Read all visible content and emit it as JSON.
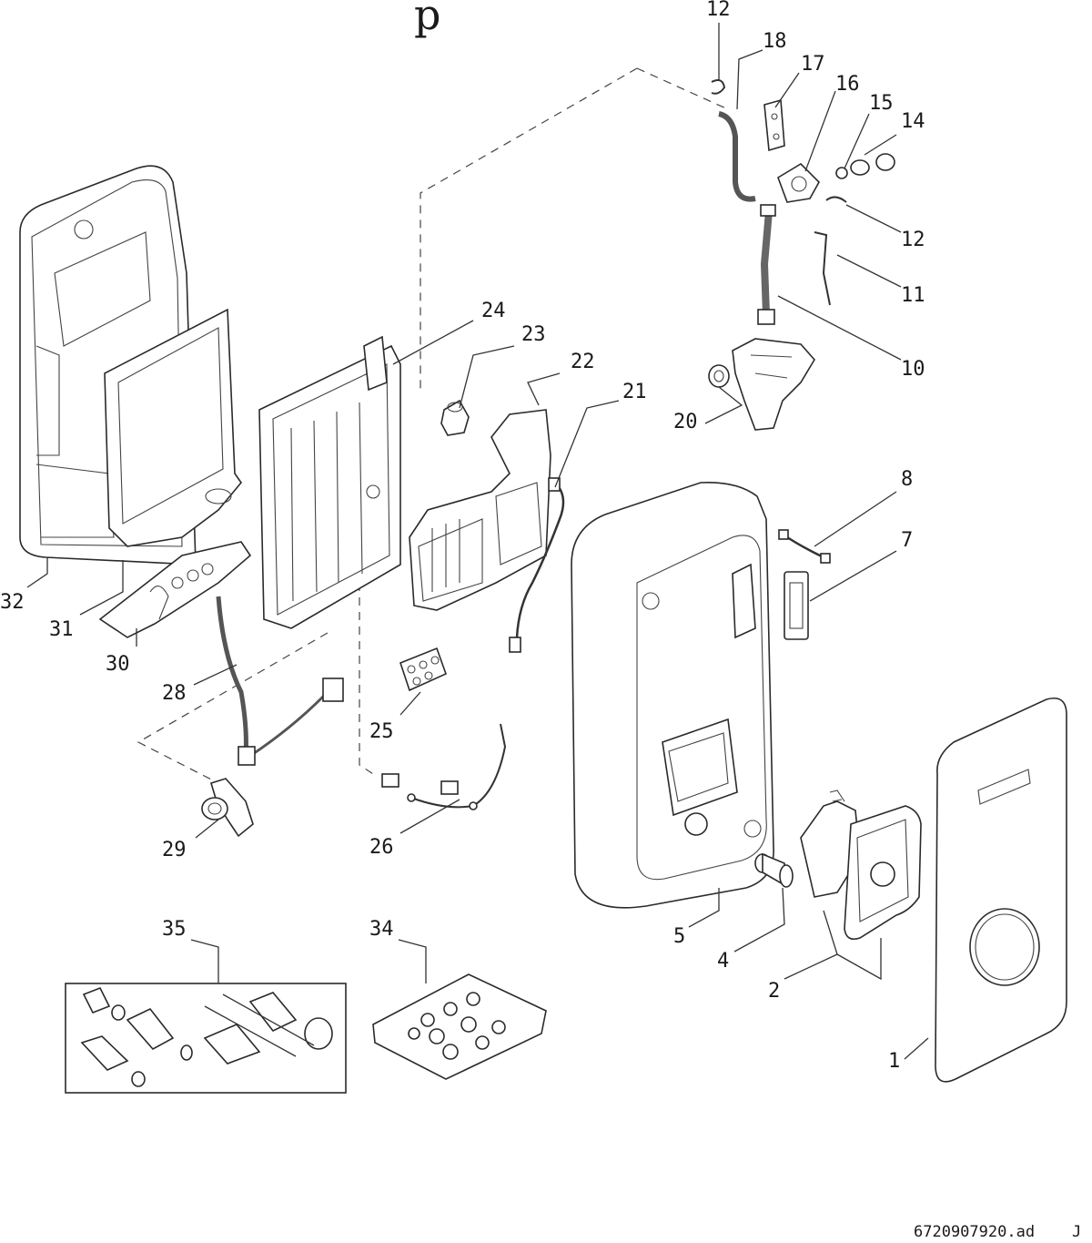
{
  "diagram": {
    "header_letter": "p",
    "document_code": "6720907920.ad",
    "revision": "J",
    "callouts": [
      {
        "num": "1"
      },
      {
        "num": "2"
      },
      {
        "num": "4"
      },
      {
        "num": "5"
      },
      {
        "num": "7"
      },
      {
        "num": "8"
      },
      {
        "num": "10"
      },
      {
        "num": "11"
      },
      {
        "num": "12"
      },
      {
        "num": "12"
      },
      {
        "num": "14"
      },
      {
        "num": "15"
      },
      {
        "num": "16"
      },
      {
        "num": "17"
      },
      {
        "num": "18"
      },
      {
        "num": "20"
      },
      {
        "num": "21"
      },
      {
        "num": "22"
      },
      {
        "num": "23"
      },
      {
        "num": "24"
      },
      {
        "num": "25"
      },
      {
        "num": "26"
      },
      {
        "num": "28"
      },
      {
        "num": "29"
      },
      {
        "num": "30"
      },
      {
        "num": "31"
      },
      {
        "num": "32"
      },
      {
        "num": "34"
      },
      {
        "num": "35"
      }
    ]
  }
}
